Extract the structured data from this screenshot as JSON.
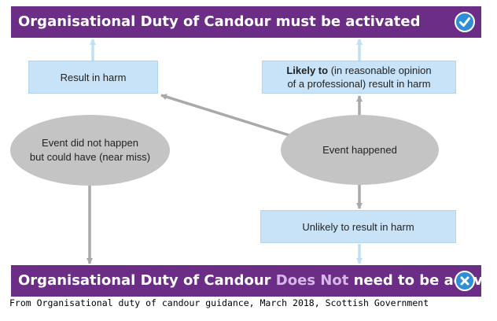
{
  "banners": {
    "top": {
      "text": "Organisational Duty of Candour must be activated",
      "icon": "check-circle-icon"
    },
    "bottom": {
      "text_before": "Organisational Duty of Candour ",
      "text_highlight": "Does Not",
      "text_after": " need to be activated",
      "icon": "cross-circle-icon"
    }
  },
  "nodes": {
    "result_in_harm": "Result in harm",
    "likely_to_bold": "Likely to",
    "likely_to_rest_line1": " (in reasonable opinion",
    "likely_to_rest_line2": "of a professional) result in harm",
    "near_miss_line1": "Event did not happen",
    "near_miss_line2": "but could have (near miss)",
    "event_happened": "Event happened",
    "unlikely_harm": "Unlikely to result in harm"
  },
  "caption": "From Organisational duty of candour guidance, March 2018, Scottish Government",
  "colors": {
    "banner": "#6b2d86",
    "highlight": "#d6b8e8",
    "box": "#c8e3f7",
    "oval": "#c4c4c4",
    "arrow_grey": "#a9a9a9",
    "arrow_blue": "#bfe0f6",
    "badge": "#2f8fd6"
  }
}
